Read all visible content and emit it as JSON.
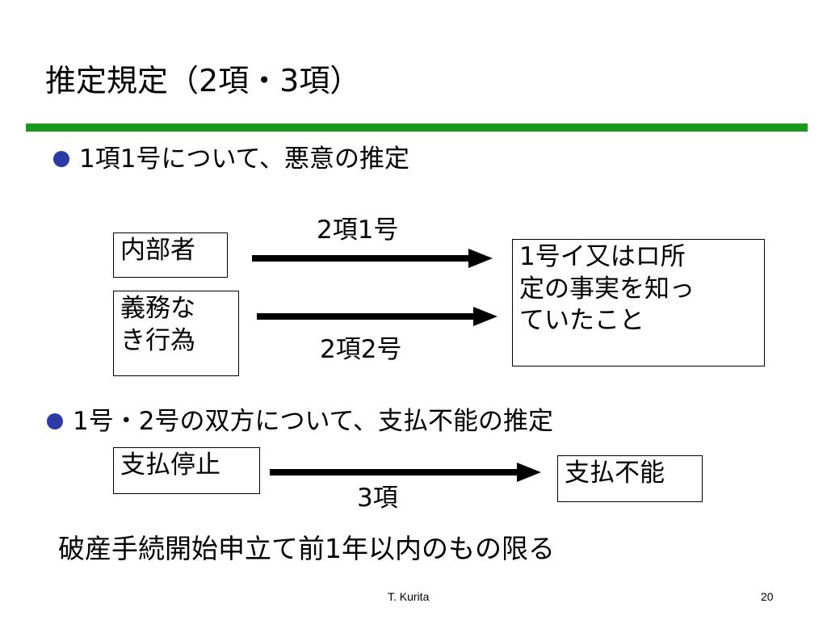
{
  "slide": {
    "title": "推定規定（2項・3項）",
    "accent_color": "#1a9a1a",
    "bullet_color": "#2b3aa5",
    "bullets": [
      {
        "text": "1項1号について、悪意の推定",
        "icon": "bullet-dot-icon"
      },
      {
        "text": "1号・2号の双方について、支払不能の推定",
        "icon": "bullet-dot-icon"
      }
    ],
    "diagram1": {
      "source1": "内部者",
      "source2_line1": "義務な",
      "source2_line2": "き行為",
      "arrow1_label": "2項1号",
      "arrow2_label": "2項2号",
      "target_line1": "1号イ又はロ所",
      "target_line2": "定の事実を知っ",
      "target_line3": "ていたこと"
    },
    "diagram2": {
      "source": "支払停止",
      "arrow_label": "3項",
      "target": "支払不能"
    },
    "note": "破産手続開始申立て前1年以内のもの限る",
    "footer": {
      "author": "T. Kurita",
      "page": "20"
    }
  }
}
